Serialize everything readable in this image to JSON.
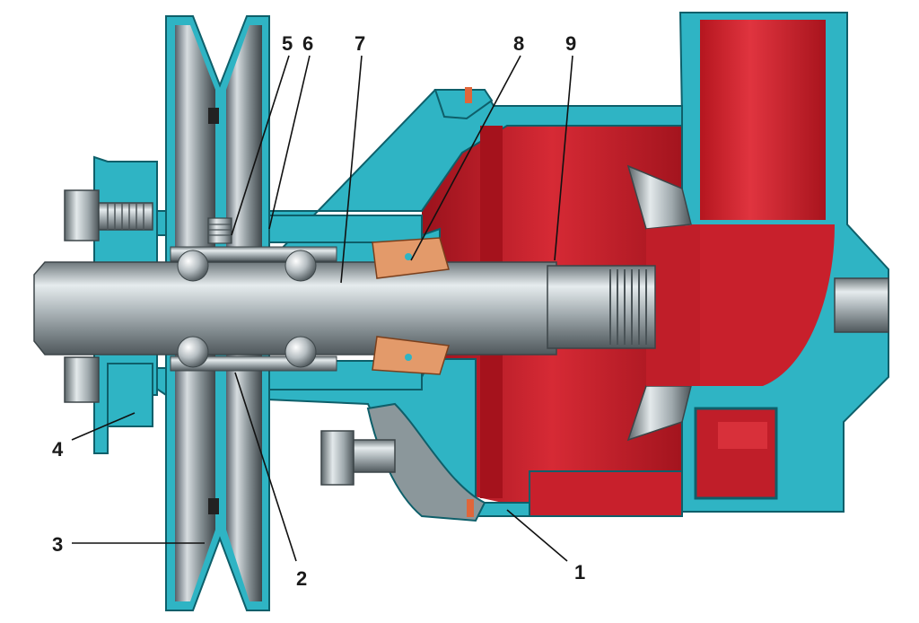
{
  "callouts": [
    {
      "id": "1",
      "label": "1"
    },
    {
      "id": "2",
      "label": "2"
    },
    {
      "id": "3",
      "label": "3"
    },
    {
      "id": "4",
      "label": "4"
    },
    {
      "id": "5",
      "label": "5"
    },
    {
      "id": "6",
      "label": "6"
    },
    {
      "id": "7",
      "label": "7"
    },
    {
      "id": "8",
      "label": "8"
    },
    {
      "id": "9",
      "label": "9"
    }
  ],
  "colors": {
    "housing": "#2fb4c4",
    "housing_edge": "#0e5f6a",
    "impeller_red": "#c8202c",
    "impeller_dark": "#8e1018",
    "steel": "#b9c2c6",
    "steel_dark": "#5f686c",
    "seal": "#e39a6a"
  }
}
